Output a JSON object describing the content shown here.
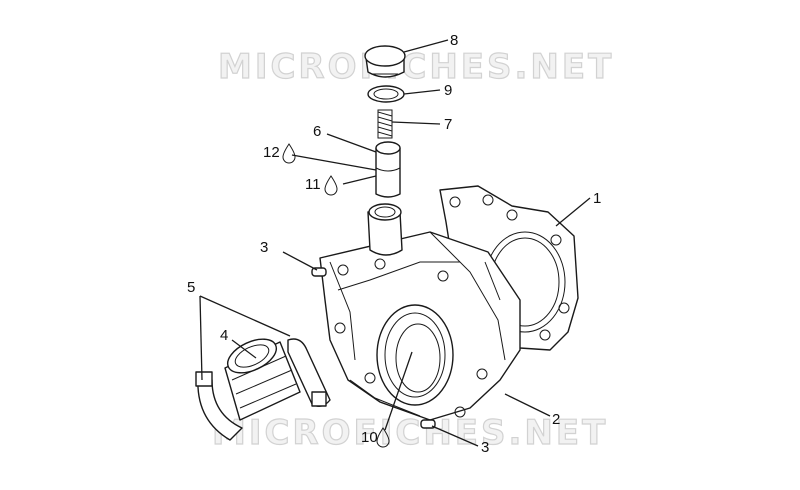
{
  "watermark": "MICROFICHES.NET",
  "callouts": {
    "p1": "1",
    "p2": "2",
    "p3a": "3",
    "p3b": "3",
    "p4": "4",
    "p5": "5",
    "p6": "6",
    "p7": "7",
    "p8": "8",
    "p9": "9",
    "p10": "10",
    "p11": "11",
    "p12": "12"
  },
  "icons": {
    "lubricant": "oil-drop-icon"
  }
}
